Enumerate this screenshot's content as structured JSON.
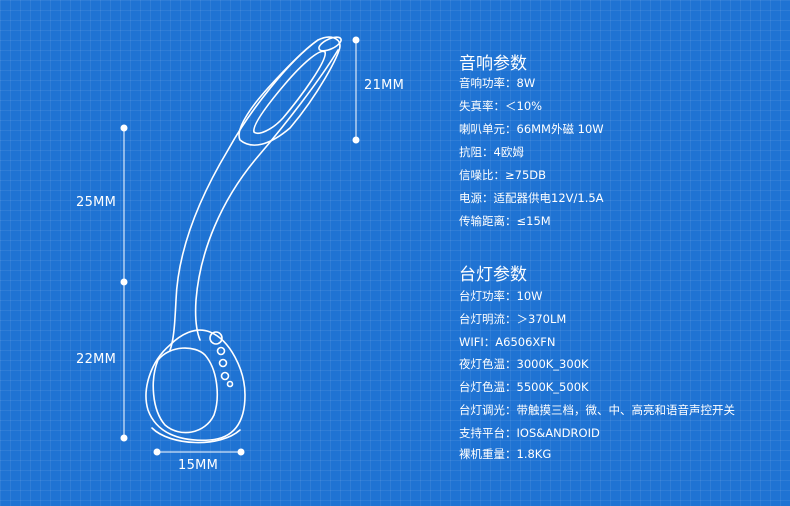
{
  "dimensions": {
    "top_head": "21MM",
    "upper_neck": "25MM",
    "lower_base": "22MM",
    "base_width": "15MM"
  },
  "speaker": {
    "title": "音响参数",
    "rows": [
      {
        "label": "音响功率：",
        "value": "8W"
      },
      {
        "label": "失真率：",
        "value": "＜10%"
      },
      {
        "label": "喇叭单元：",
        "value": "66MM外磁 10W"
      },
      {
        "label": "抗阻：",
        "value": "4欧姆"
      },
      {
        "label": "信噪比：",
        "value": "≥75DB"
      },
      {
        "label": "电源：",
        "value": "适配器供电12V/1.5A"
      },
      {
        "label": "传输距离：",
        "value": "≤15M"
      }
    ]
  },
  "lamp": {
    "title": "台灯参数",
    "rows": [
      {
        "label": "台灯功率：",
        "value": "10W"
      },
      {
        "label": "台灯明流：",
        "value": "＞370LM"
      },
      {
        "label": "WIFI：",
        "value": "A6506XFN"
      },
      {
        "label": "夜灯色温：",
        "value": "3000K_300K"
      },
      {
        "label": "台灯色温：",
        "value": "5500K_500K"
      },
      {
        "label": "台灯调光：",
        "value": "带触摸三档，微、中、高亮和语音声控开关"
      },
      {
        "label": "支持平台：",
        "value": "IOS&ANDROID"
      },
      {
        "label": "裸机重量：",
        "value": "1.8KG"
      }
    ]
  },
  "colors": {
    "background": "#1f73d3",
    "line": "#ffffff"
  }
}
